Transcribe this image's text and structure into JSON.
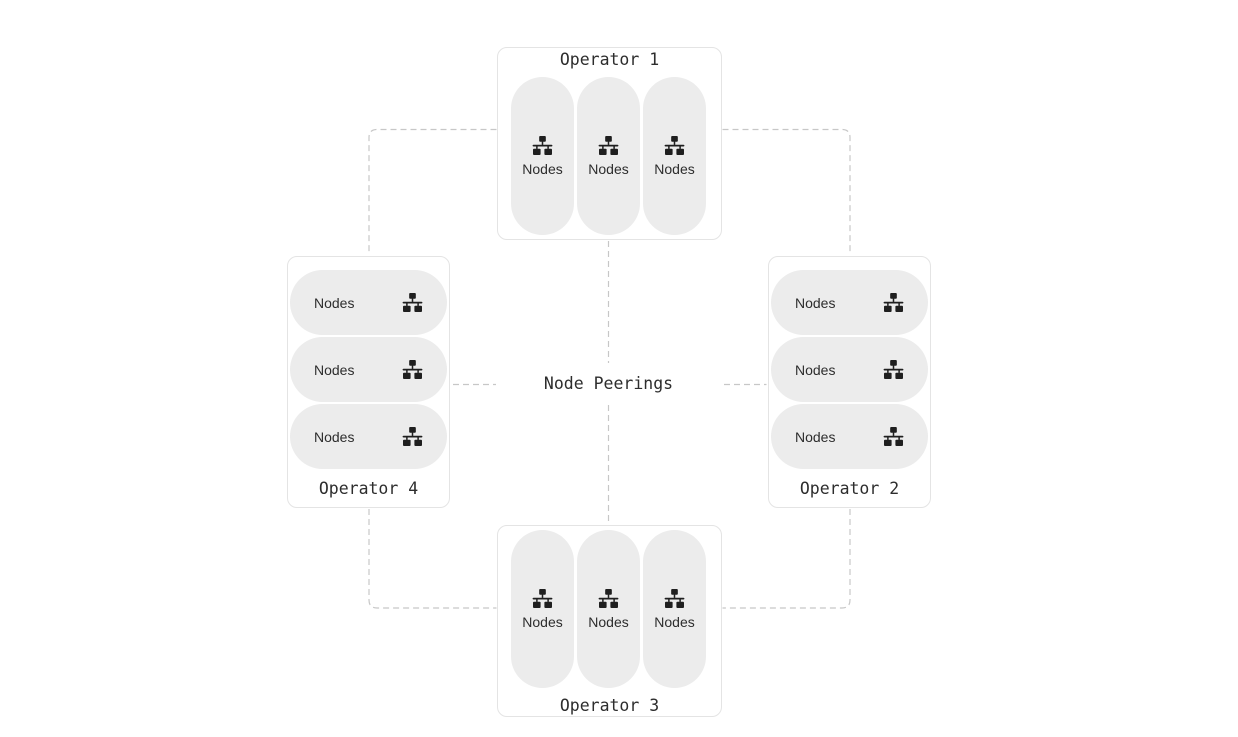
{
  "diagram": {
    "center_label": "Node Peerings",
    "node_icon": "lan-network-icon",
    "colors": {
      "background": "#ffffff",
      "card_fill": "#ffffff",
      "card_border": "#e4e4e4",
      "pill_fill": "#ececec",
      "text": "#2d2d2d",
      "icon": "#1f1f1f",
      "connector": "#c7c7c7"
    },
    "operators": [
      {
        "label": "Operator 1",
        "position": "top",
        "label_position": "top",
        "nodes": [
          "Nodes",
          "Nodes",
          "Nodes"
        ]
      },
      {
        "label": "Operator 2",
        "position": "right",
        "label_position": "bottom",
        "nodes": [
          "Nodes",
          "Nodes",
          "Nodes"
        ]
      },
      {
        "label": "Operator 3",
        "position": "bottom",
        "label_position": "bottom",
        "nodes": [
          "Nodes",
          "Nodes",
          "Nodes"
        ]
      },
      {
        "label": "Operator 4",
        "position": "left",
        "label_position": "bottom",
        "nodes": [
          "Nodes",
          "Nodes",
          "Nodes"
        ]
      }
    ]
  }
}
